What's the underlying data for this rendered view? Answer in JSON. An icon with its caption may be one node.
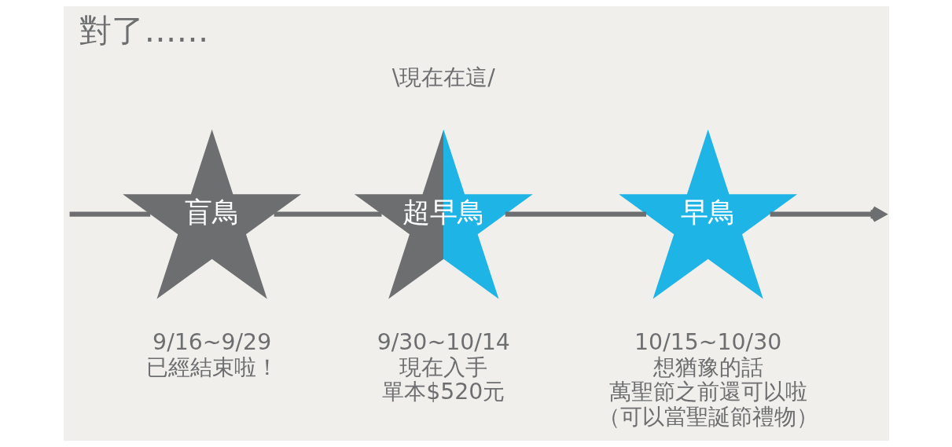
{
  "diagram": {
    "title": "對了……",
    "nodes": [
      {
        "text": [
          "盲鳥"
        ],
        "beside": [
          "9/16~9/29",
          "已經結束啦！"
        ]
      },
      {
        "text": [
          "超早鳥"
        ],
        "beside": [
          "9/30~10/14",
          "現在入手",
          "單本$520元"
        ]
      },
      {
        "text": [
          "早鳥"
        ],
        "beside": [
          "10/15~10/30",
          "想猶豫的話",
          "萬聖節之前還可以啦",
          "（可以當聖誕節禮物）"
        ]
      }
    ],
    "edges": [
      {
        "from": null,
        "to": 0,
        "arrow": "none"
      },
      {
        "from": 0,
        "to": 1,
        "arrow": "none"
      },
      {
        "from": 1,
        "to": 2,
        "arrow": "none"
      },
      {
        "from": 2,
        "to": null,
        "arrow": "to"
      }
    ],
    "labels": [
      "\\現在在這/"
    ]
  }
}
